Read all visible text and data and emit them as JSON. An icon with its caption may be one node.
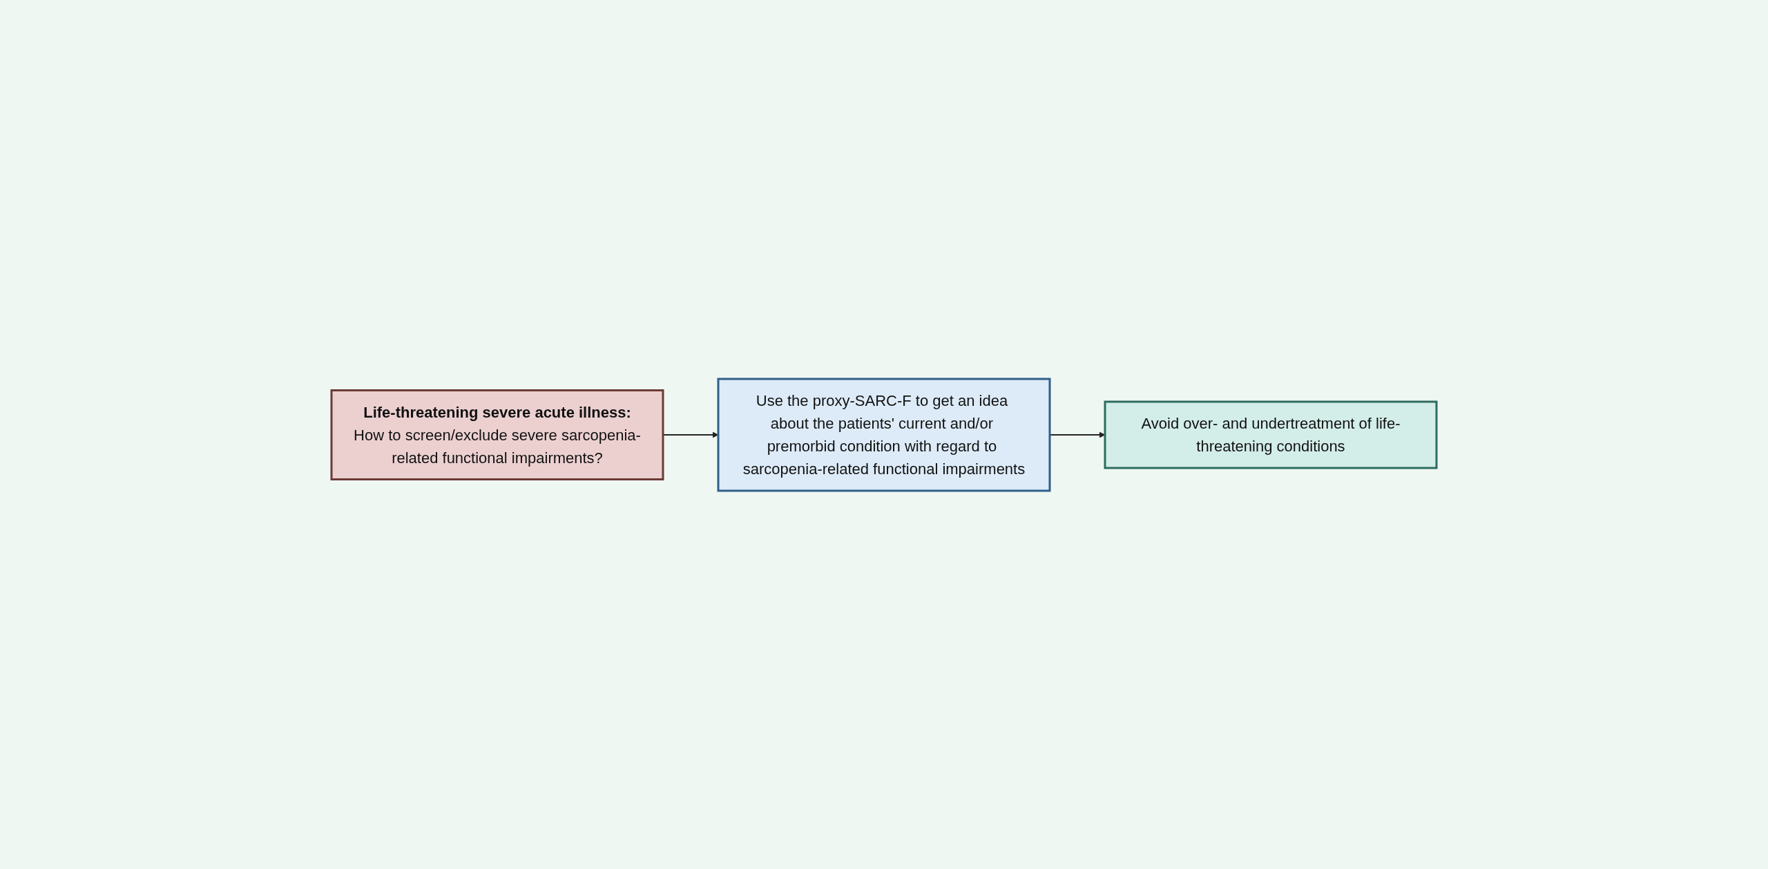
{
  "diagram": {
    "nodes": [
      {
        "text": [
          "Life-threatening severe acute illness:",
          "How to screen/exclude severe sarcopenia-related functional impairments?"
        ]
      },
      {
        "text": [
          "Use the proxy-SARC-F to get an idea about the patients' current and/or premorbid condition with regard to sarcopenia-related functional impairments"
        ]
      },
      {
        "text": [
          "Avoid over- and undertreatment of life-threatening conditions"
        ]
      }
    ],
    "edges": [
      {
        "from": 0,
        "to": 1,
        "arrow": "to"
      },
      {
        "from": 1,
        "to": 2,
        "arrow": "to"
      }
    ]
  }
}
